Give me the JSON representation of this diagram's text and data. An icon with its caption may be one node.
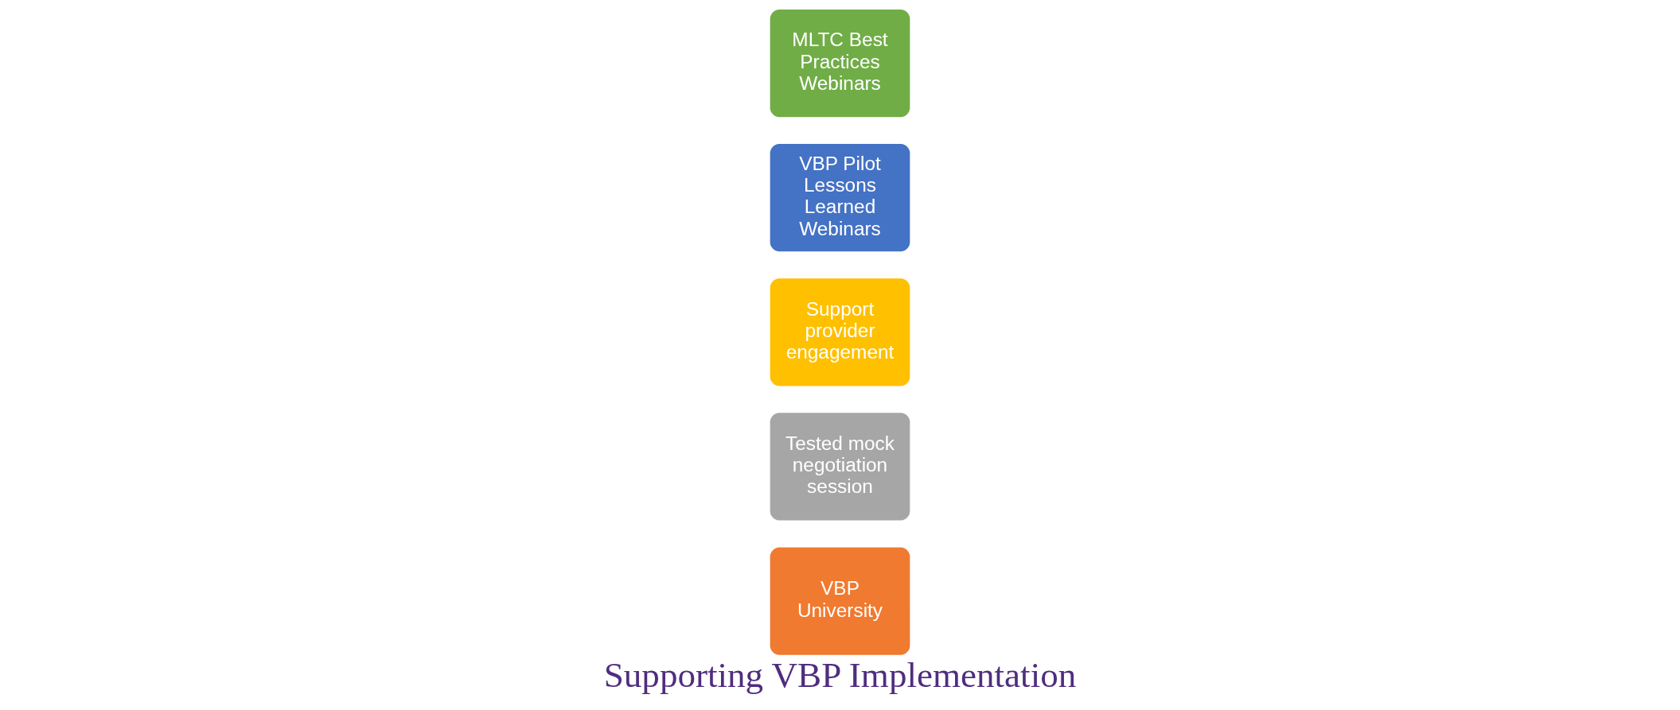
{
  "diagram": {
    "title": "Supporting VBP Implementation",
    "nodes": [
      {
        "text": [
          "VBP University"
        ]
      },
      {
        "text": [
          "Tested mock negotiation session"
        ]
      },
      {
        "text": [
          "Support provider engagement"
        ]
      },
      {
        "text": [
          "VBP Pilot Lessons Learned Webinars"
        ]
      },
      {
        "text": [
          "MLTC Best Practices Webinars"
        ]
      }
    ]
  }
}
